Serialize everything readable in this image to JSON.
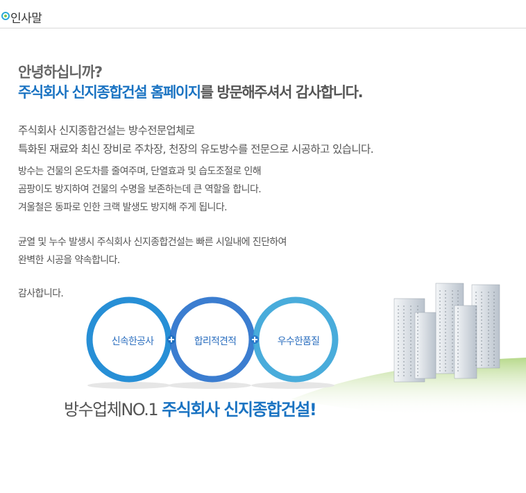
{
  "header": {
    "title": "인사말",
    "icon": "circle-swirl-icon"
  },
  "greeting": "안녕하십니까?",
  "welcome": {
    "highlight": "주식회사 신지종합건설 홈페이지",
    "rest": "를 방문해주셔서 감사합니다."
  },
  "intro": [
    "주식회사 신지종합건설는 방수전문업체로",
    "특화된 재료와 최신 장비로 주차장, 천장의 유도방수를 전문으로 시공하고 있습니다."
  ],
  "body": [
    "방수는 건물의 온도차를 줄여주며, 단열효과 및 습도조절로 인해",
    "곰팡이도 방지하여 건물의 수명을 보존하는데 큰 역할을 합니다.",
    "겨울철은 동파로 인한 크랙 발생도 방지해 주게 됩니다."
  ],
  "promise": [
    "균열 및 누수 발생시 주식회사 신지종합건설는 빠른 시일내에 진단하여",
    "완벽한 시공을 약속합니다."
  ],
  "thanks": "감사합니다.",
  "values": [
    {
      "label": "신속한공사",
      "color": "#1586d2"
    },
    {
      "label": "합리적견적",
      "color": "#2a72cc"
    },
    {
      "label": "우수한품질",
      "color": "#3aa5d8"
    }
  ],
  "tagline": {
    "prefix": "방수업체NO.1 ",
    "highlight": "주식회사 신지종합건설!"
  }
}
